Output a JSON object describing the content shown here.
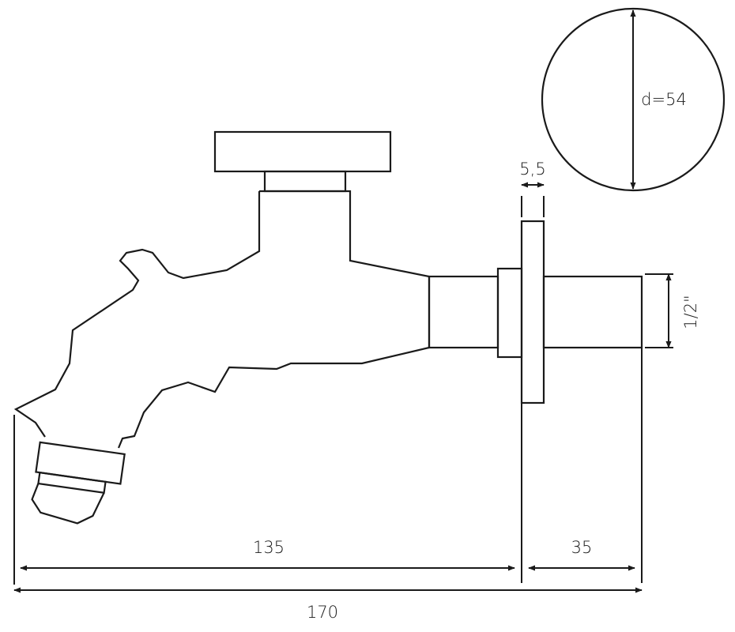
{
  "diagram": {
    "type": "technical-drawing",
    "labels": {
      "diameter": "d=54",
      "flange_thickness": "5,5",
      "thread_size": "1/2\"",
      "length_spout_to_flange": "135",
      "length_flange_to_end": "35",
      "total_length": "170"
    },
    "stroke_color": "#1a1a1a",
    "background_color": "#ffffff"
  }
}
